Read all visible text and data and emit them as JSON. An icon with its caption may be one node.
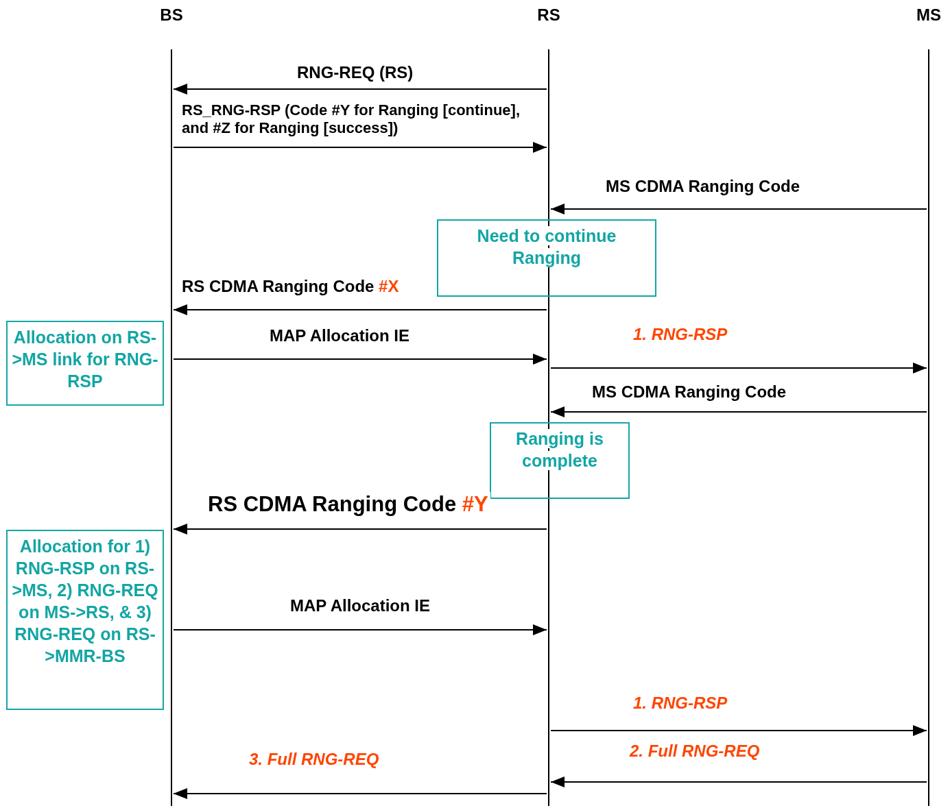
{
  "diagram": {
    "nodes": [
      {
        "text": [
          "BS"
        ]
      },
      {
        "text": [
          "RS"
        ]
      },
      {
        "text": [
          "MS"
        ]
      },
      {
        "text": [
          "Need to continue Ranging"
        ]
      },
      {
        "text": [
          "Allocation on RS->MS link for RNG-RSP"
        ]
      },
      {
        "text": [
          "Ranging is complete"
        ]
      },
      {
        "text": [
          "Allocation for 1) RNG-RSP on RS->MS, 2) RNG-REQ on MS->RS, & 3) RNG-REQ on RS->MMR-BS"
        ]
      }
    ],
    "edges": [
      {
        "from": 1,
        "to": 0,
        "arrow": "to",
        "label": "RNG-REQ (RS)"
      },
      {
        "from": 0,
        "to": 1,
        "arrow": "to",
        "label": "RS_RNG-RSP (Code #Y for Ranging [continue], and #Z for Ranging [success])"
      },
      {
        "from": 2,
        "to": 1,
        "arrow": "to",
        "label": "MS CDMA Ranging Code"
      },
      {
        "from": 1,
        "to": 0,
        "arrow": "to",
        "label": "RS CDMA Ranging Code #X"
      },
      {
        "from": 0,
        "to": 1,
        "arrow": "to",
        "label": "MAP Allocation IE"
      },
      {
        "from": 1,
        "to": 2,
        "arrow": "to",
        "label": "1. RNG-RSP"
      },
      {
        "from": 2,
        "to": 1,
        "arrow": "to",
        "label": "MS CDMA Ranging Code"
      },
      {
        "from": 1,
        "to": 0,
        "arrow": "to",
        "label": "RS CDMA Ranging Code #Y"
      },
      {
        "from": 0,
        "to": 1,
        "arrow": "to",
        "label": "MAP Allocation IE"
      },
      {
        "from": 1,
        "to": 2,
        "arrow": "to",
        "label": "1. RNG-RSP"
      },
      {
        "from": 2,
        "to": 1,
        "arrow": "to",
        "label": "2. Full RNG-REQ"
      },
      {
        "from": 1,
        "to": 0,
        "arrow": "to",
        "label": "3. Full RNG-REQ"
      }
    ]
  }
}
